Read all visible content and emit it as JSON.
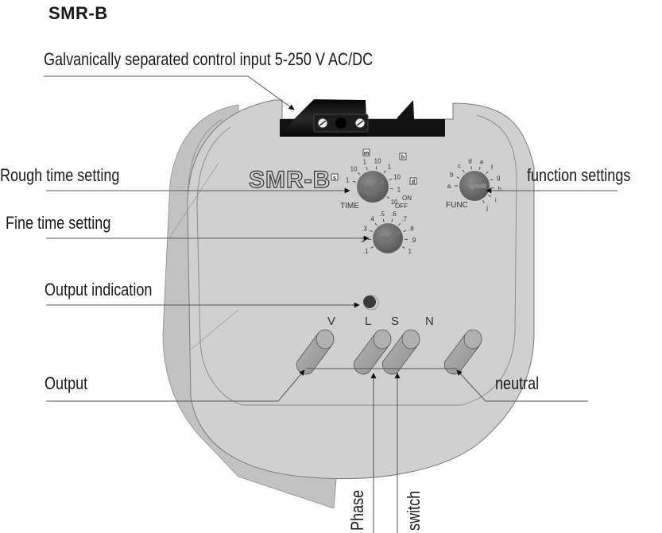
{
  "title": "SMR-B",
  "device": {
    "model_print": "SMR-B",
    "colors": {
      "housing": "#d0d0d0",
      "housing_shade": "#bdbdbd",
      "knob": "#6e6e6e",
      "connector": "#111111",
      "terminal": "#a9a9a9",
      "led": "#3a3a3a",
      "leader_line": "#555555"
    },
    "time_dial": {
      "label": "TIME",
      "range_markers": [
        "s",
        "m",
        "h",
        "d"
      ],
      "scale": [
        "1",
        "10",
        "1",
        "10",
        "1",
        "10",
        "1",
        "10"
      ],
      "extra": [
        "ON",
        "OFF"
      ]
    },
    "func_dial": {
      "label": "FUNC",
      "scale": [
        "a",
        "b",
        "c",
        "d",
        "e",
        "f",
        "g",
        "h",
        "i",
        "j"
      ]
    },
    "fine_dial": {
      "scale": [
        ".1",
        ".2",
        ".3",
        ".4",
        ".5",
        ".6",
        ".7",
        ".8",
        ".9",
        "1"
      ]
    },
    "terminals": [
      "V",
      "L",
      "S",
      "N"
    ]
  },
  "annotations": {
    "control_input": "Galvanically separated control input 5-250 V AC/DC",
    "rough_time": "Rough time setting",
    "function_settings": "function settings",
    "fine_time": "Fine time setting",
    "output_indication": "Output indication",
    "output": "Output",
    "neutral": "neutral",
    "phase": "Phase",
    "switch": "switch"
  }
}
